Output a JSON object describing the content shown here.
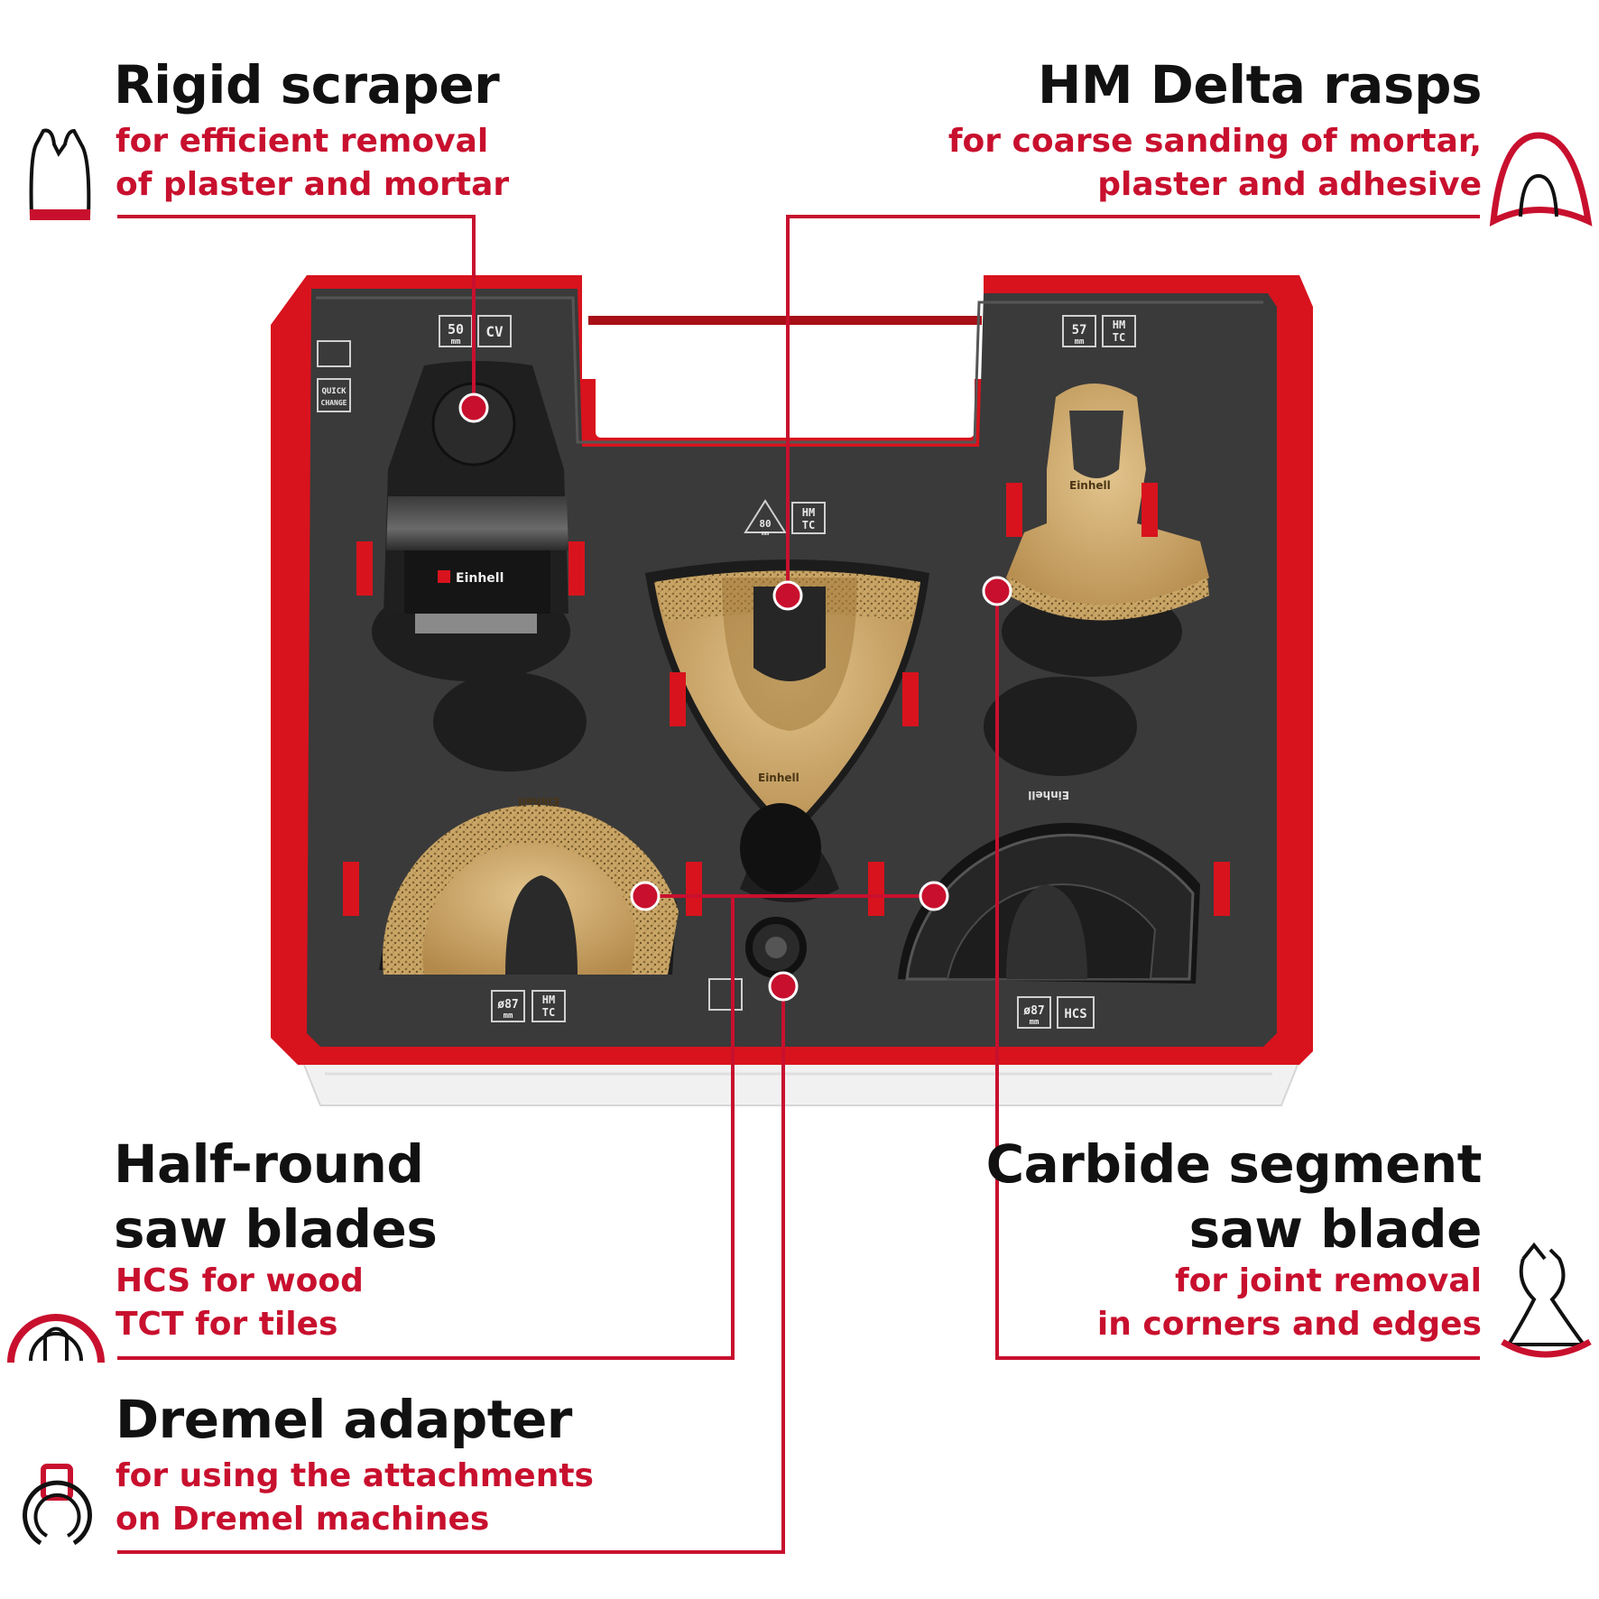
{
  "accent_color": "#c8102e",
  "text_color": "#111111",
  "callouts": {
    "rigid_scraper": {
      "title": "Rigid scraper",
      "lines": [
        "for efficient removal",
        "of plaster and mortar"
      ],
      "icon": "scraper-icon"
    },
    "delta_rasps": {
      "title": "HM Delta rasps",
      "lines": [
        "for coarse sanding of mortar,",
        "plaster and adhesive"
      ],
      "icon": "delta-rasp-icon"
    },
    "half_round": {
      "title_lines": [
        "Half-round",
        "saw blades"
      ],
      "lines": [
        "HCS for wood",
        "TCT for tiles"
      ],
      "icon": "half-round-blade-icon"
    },
    "carbide_segment": {
      "title_lines": [
        "Carbide segment",
        "saw blade"
      ],
      "lines": [
        "for joint removal",
        "in corners and edges"
      ],
      "icon": "segment-blade-icon"
    },
    "dremel_adapter": {
      "title": "Dremel adapter",
      "lines": [
        "for using the attachments",
        "on Dremel machines"
      ],
      "icon": "dremel-adapter-icon"
    }
  },
  "case": {
    "brand": "Einhell",
    "labels": {
      "scraper_size": "50",
      "scraper_unit": "mm",
      "scraper_material": "CV",
      "quick_change": [
        "QUICK",
        "CHANGE"
      ],
      "delta_size": "80",
      "delta_unit": "mm",
      "delta_material": [
        "HM",
        "TC"
      ],
      "segment_size": "57",
      "segment_unit": "mm",
      "segment_material": [
        "HM",
        "TC"
      ],
      "halfround_left_size": "ø87",
      "halfround_left_unit": "mm",
      "halfround_left_material": [
        "HM",
        "TC"
      ],
      "halfround_right_size": "ø87",
      "halfround_right_unit": "mm",
      "halfround_right_material": "HCS"
    }
  }
}
